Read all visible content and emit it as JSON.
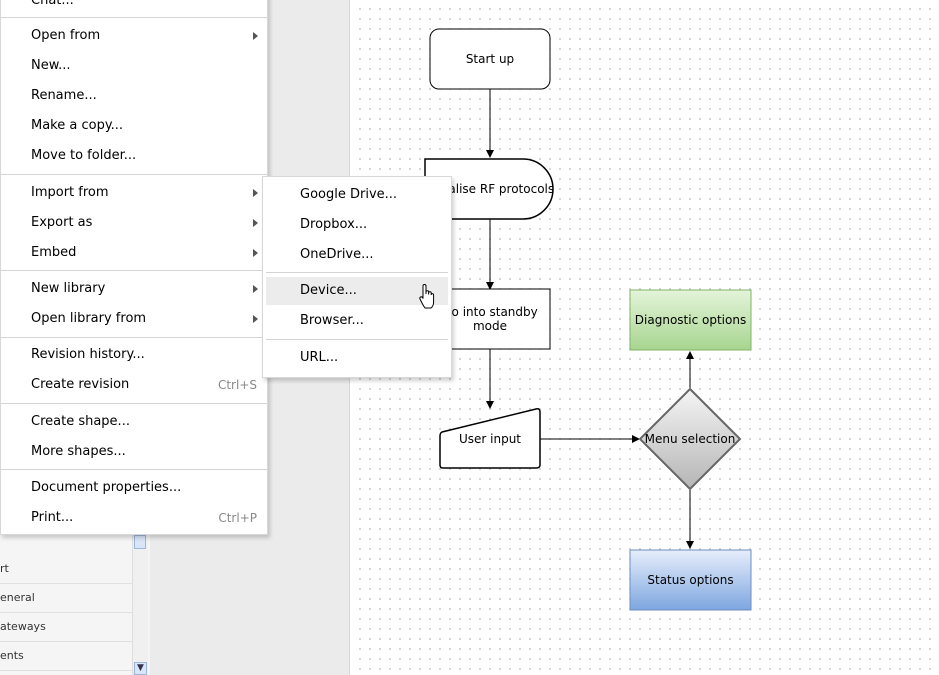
{
  "sidebar": {
    "shape_rows": [
      "rt",
      "eneral",
      "ateways",
      "ents"
    ]
  },
  "file_menu": {
    "clipped_item": "Chat...",
    "items": [
      {
        "label": "Open from",
        "submenu": true
      },
      {
        "label": "New..."
      },
      {
        "label": "Rename..."
      },
      {
        "label": "Make a copy..."
      },
      {
        "label": "Move to folder..."
      },
      {
        "label": "Import from",
        "submenu": true
      },
      {
        "label": "Export as",
        "submenu": true
      },
      {
        "label": "Embed",
        "submenu": true
      },
      {
        "label": "New library",
        "submenu": true
      },
      {
        "label": "Open library from",
        "submenu": true
      },
      {
        "label": "Revision history..."
      },
      {
        "label": "Create revision",
        "shortcut": "Ctrl+S"
      },
      {
        "label": "Create shape..."
      },
      {
        "label": "More shapes..."
      },
      {
        "label": "Document properties..."
      },
      {
        "label": "Print...",
        "shortcut": "Ctrl+P"
      }
    ]
  },
  "import_submenu": {
    "items": [
      {
        "label": "Google Drive..."
      },
      {
        "label": "Dropbox..."
      },
      {
        "label": "OneDrive..."
      },
      {
        "label": "Device...",
        "hovered": true
      },
      {
        "label": "Browser..."
      },
      {
        "label": "URL..."
      }
    ]
  },
  "diagram": {
    "nodes": {
      "start": "Start up",
      "initialise": "Initialise RF protocols",
      "standby": "Go into standby mode",
      "input": "User input",
      "menu": "Menu selection",
      "diagnostic": "Diagnostic options",
      "status": "Status options"
    },
    "colors": {
      "diagnostic_fill_top": "#e4f4da",
      "diagnostic_fill_bottom": "#a7d58f",
      "status_fill_top": "#e6eefb",
      "status_fill_bottom": "#7ea6e0",
      "decision_fill_top": "#f5f5f5",
      "decision_fill_bottom": "#b5b5b5"
    }
  }
}
